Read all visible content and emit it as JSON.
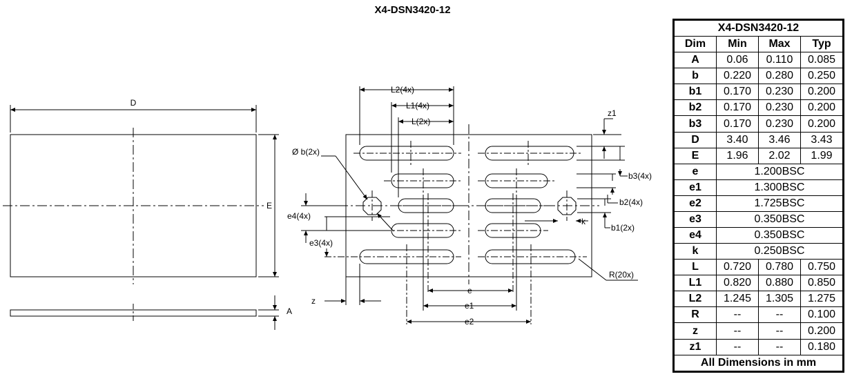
{
  "title": "X4-DSN3420-12",
  "labels": {
    "D": "D",
    "E": "E",
    "A": "A",
    "L2": "L2(4x)",
    "L1": "L1(4x)",
    "L": "L(2x)",
    "z1": "z1",
    "diam_b": "Ø b(2x)",
    "b3": "b3(4x)",
    "b2": "b2(4x)",
    "k": "k",
    "b1": "b1(2x)",
    "e4": "e4(4x)",
    "e3": "e3(4x)",
    "R": "R(20x)",
    "z": "z",
    "e": "e",
    "e1": "e1",
    "e2": "e2"
  },
  "table": {
    "title": "X4-DSN3420-12",
    "headers": [
      "Dim",
      "Min",
      "Max",
      "Typ"
    ],
    "rows": [
      {
        "dim": "A",
        "min": "0.06",
        "max": "0.110",
        "typ": "0.085"
      },
      {
        "dim": "b",
        "min": "0.220",
        "max": "0.280",
        "typ": "0.250"
      },
      {
        "dim": "b1",
        "min": "0.170",
        "max": "0.230",
        "typ": "0.200"
      },
      {
        "dim": "b2",
        "min": "0.170",
        "max": "0.230",
        "typ": "0.200"
      },
      {
        "dim": "b3",
        "min": "0.170",
        "max": "0.230",
        "typ": "0.200"
      },
      {
        "dim": "D",
        "min": "3.40",
        "max": "3.46",
        "typ": "3.43"
      },
      {
        "dim": "E",
        "min": "1.96",
        "max": "2.02",
        "typ": "1.99"
      },
      {
        "dim": "e",
        "value": "1.200BSC"
      },
      {
        "dim": "e1",
        "value": "1.300BSC"
      },
      {
        "dim": "e2",
        "value": "1.725BSC"
      },
      {
        "dim": "e3",
        "value": "0.350BSC"
      },
      {
        "dim": "e4",
        "value": "0.350BSC"
      },
      {
        "dim": "k",
        "value": "0.250BSC"
      },
      {
        "dim": "L",
        "min": "0.720",
        "max": "0.780",
        "typ": "0.750"
      },
      {
        "dim": "L1",
        "min": "0.820",
        "max": "0.880",
        "typ": "0.850"
      },
      {
        "dim": "L2",
        "min": "1.245",
        "max": "1.305",
        "typ": "1.275"
      },
      {
        "dim": "R",
        "min": "--",
        "max": "--",
        "typ": "0.100"
      },
      {
        "dim": "z",
        "min": "--",
        "max": "--",
        "typ": "0.200"
      },
      {
        "dim": "z1",
        "min": "--",
        "max": "--",
        "typ": "0.180"
      }
    ],
    "footer": "All Dimensions in mm"
  }
}
